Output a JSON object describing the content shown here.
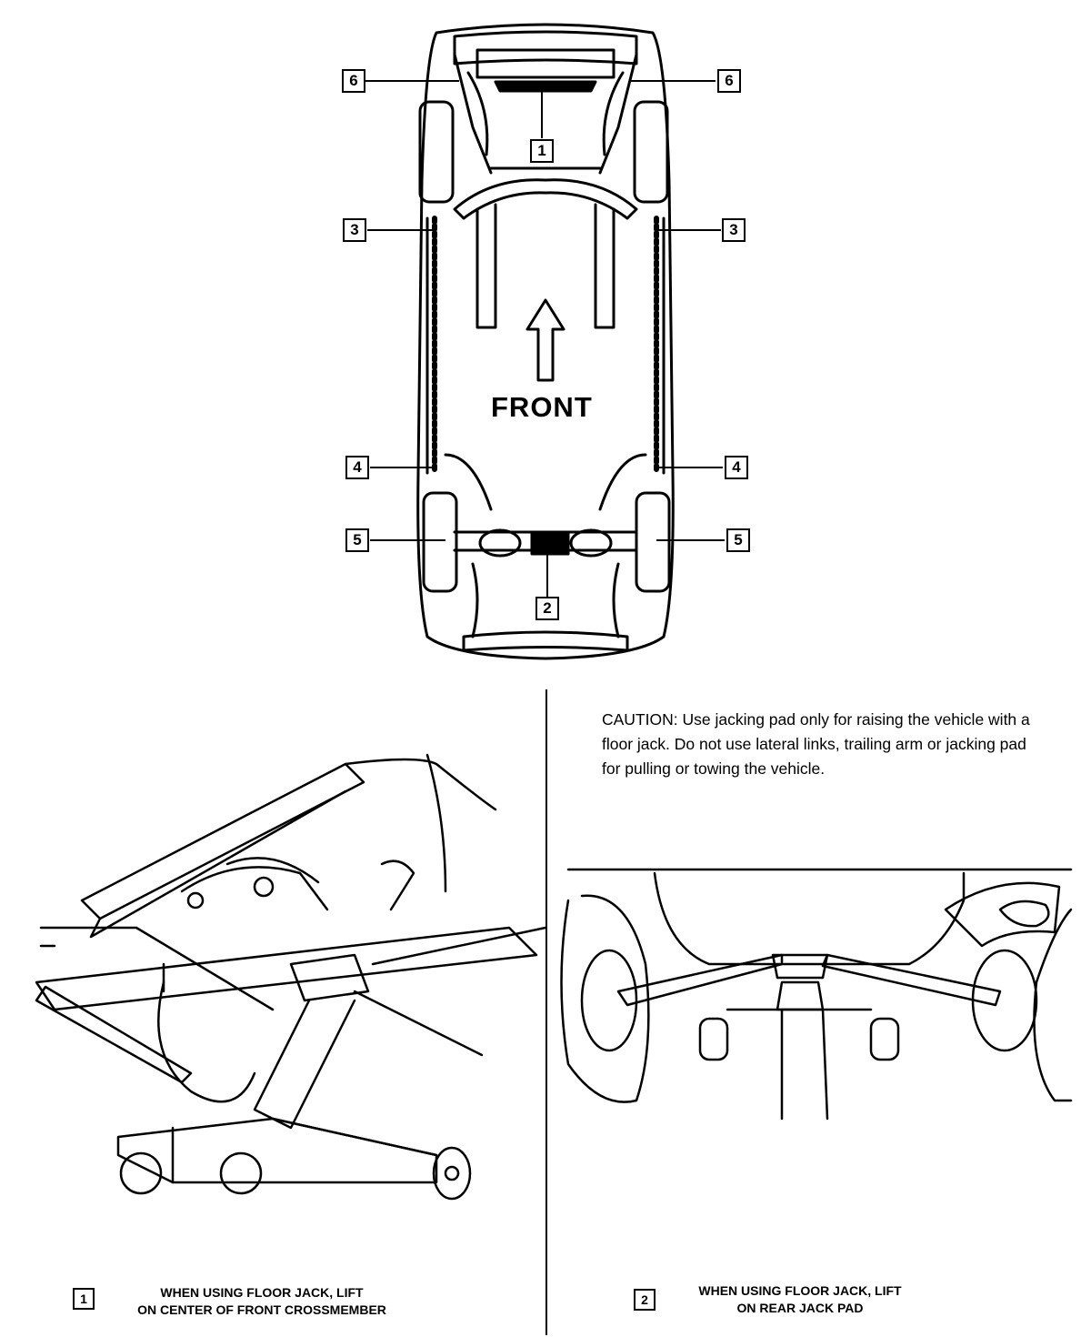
{
  "diagram": {
    "front_label": "FRONT",
    "callouts": {
      "c1": "1",
      "c2": "2",
      "c3_left": "3",
      "c3_right": "3",
      "c4_left": "4",
      "c4_right": "4",
      "c5_left": "5",
      "c5_right": "5",
      "c6_left": "6",
      "c6_right": "6"
    }
  },
  "caution": {
    "text": "CAUTION:  Use jacking pad only for raising the vehicle with a floor jack. Do not use lateral links, trailing arm or jacking pad for pulling or towing the vehicle."
  },
  "captions": {
    "left_number": "1",
    "left_line1": "WHEN USING FLOOR JACK, LIFT",
    "left_line2": "ON CENTER OF FRONT CROSSMEMBER",
    "right_number": "2",
    "right_line1": "WHEN USING FLOOR JACK, LIFT",
    "right_line2": "ON REAR JACK PAD"
  }
}
